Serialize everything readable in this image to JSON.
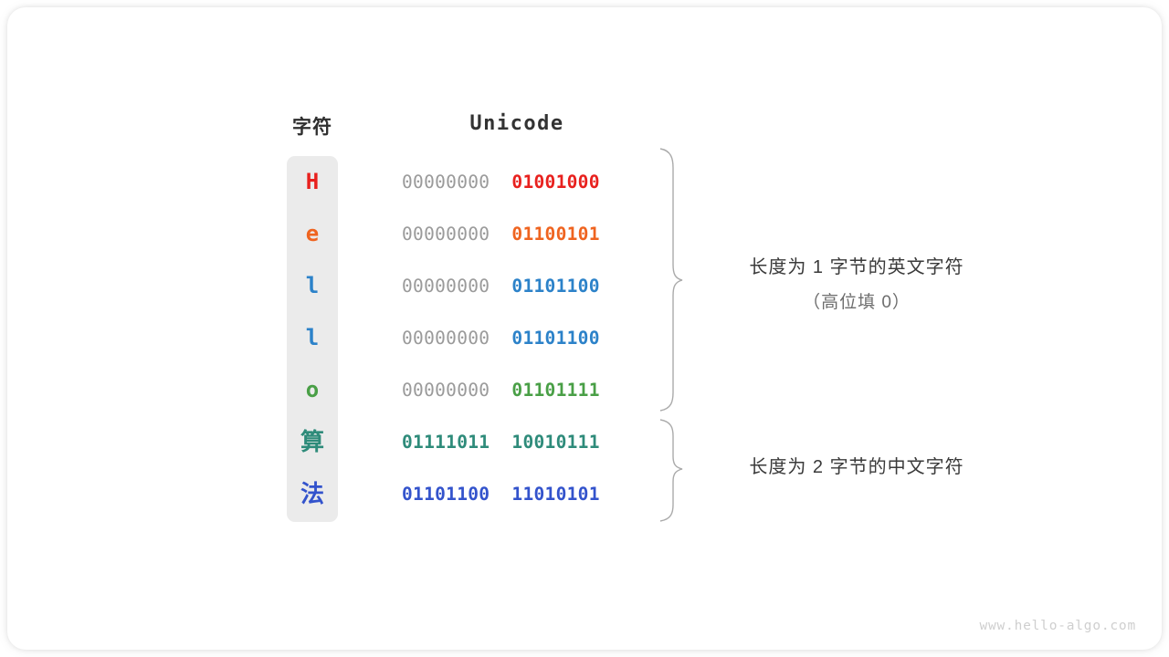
{
  "figure": {
    "headers": {
      "character": "字符",
      "unicode": "Unicode"
    },
    "rows": [
      {
        "char": "H",
        "script": "latin",
        "color": "#e8211e",
        "byte_hi": "00000000",
        "byte_lo": "01001000",
        "hi_filled": false
      },
      {
        "char": "e",
        "script": "latin",
        "color": "#ef6420",
        "byte_hi": "00000000",
        "byte_lo": "01100101",
        "hi_filled": false
      },
      {
        "char": "l",
        "script": "latin",
        "color": "#2c82c9",
        "byte_hi": "00000000",
        "byte_lo": "01101100",
        "hi_filled": false
      },
      {
        "char": "l",
        "script": "latin",
        "color": "#2c82c9",
        "byte_hi": "00000000",
        "byte_lo": "01101100",
        "hi_filled": false
      },
      {
        "char": "o",
        "script": "latin",
        "color": "#499f46",
        "byte_hi": "00000000",
        "byte_lo": "01101111",
        "hi_filled": false
      },
      {
        "char": "算",
        "script": "cjk",
        "color": "#2e8b7a",
        "byte_hi": "01111011",
        "byte_lo": "10010111",
        "hi_filled": true
      },
      {
        "char": "法",
        "script": "cjk",
        "color": "#3353cc",
        "byte_hi": "01101100",
        "byte_lo": "11010101",
        "hi_filled": true
      }
    ],
    "annotations": [
      {
        "line1": "长度为 1 字节的英文字符",
        "line2": "（高位填 0）"
      },
      {
        "line1": "长度为 2 字节的中文字符",
        "line2": ""
      }
    ],
    "watermark": "www.hello-algo.com",
    "colors": {
      "panel_bg": "#ebebeb",
      "card_bg": "#ffffff",
      "high_byte_gray": "#9a9a9a",
      "brace_stroke": "#aaaaaa",
      "annotation_text": "#3a3a3a",
      "annotation_sub_text": "#6d6d6d",
      "watermark_text": "#cfcfcf"
    }
  }
}
